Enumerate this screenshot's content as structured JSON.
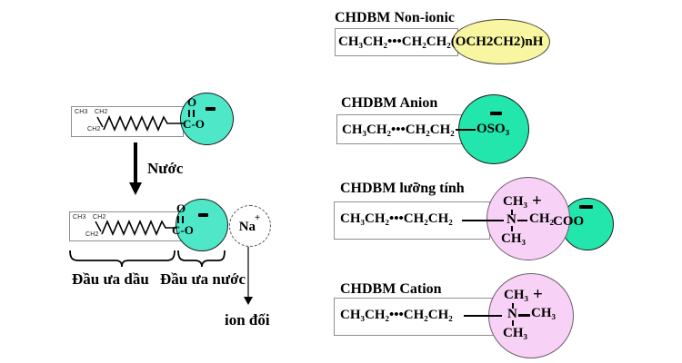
{
  "colors": {
    "teal": "#4EE8C9",
    "green": "#22E6AC",
    "pink": "#F8D2F6",
    "yellow": "#F8F6A0"
  },
  "icons": {
    "minus_charge": "−",
    "plus_charge": "+",
    "down_arrow": "↓"
  },
  "left": {
    "chain_labels": {
      "ch3": "CH3",
      "ch2_top": "CH2",
      "ch2_bottom": "CH2"
    },
    "carboxyl": {
      "oxygen": "O",
      "c_o": "C-O"
    },
    "water_label": "Nước",
    "counter_ion": {
      "symbol": "Na",
      "charge": "+"
    },
    "tail_label": "Đầu ưa dầu",
    "head_label": "Đầu ưa nước",
    "counter_ion_label": "ion đối"
  },
  "sections": {
    "nonionic": {
      "title": "CHDBM Non-ionic",
      "chain": "CH₃CH₂•••CH₂CH₂",
      "head_group": "(OCH2CH2)nH"
    },
    "anion": {
      "title": "CHDBM Anion",
      "chain": "CH₃CH₂•••CH₂CH₂",
      "head_group": "OSO₃"
    },
    "amphoteric": {
      "title": "CHDBM lưỡng tính",
      "chain": "CH₃CH₂•••CH₂CH₂",
      "ch3_top": "CH₃",
      "plus": "+",
      "nitrogen": "N",
      "ch2": "CH₂",
      "coo": "COO",
      "ch3_bottom": "CH₃"
    },
    "cation": {
      "title": "CHDBM Cation",
      "chain": "CH₃CH₂•••CH₂CH₂",
      "ch3_top": "CH₃",
      "plus": "+",
      "nitrogen": "N",
      "ch3_right": "CH₃",
      "ch3_bottom": "CH₃"
    }
  }
}
